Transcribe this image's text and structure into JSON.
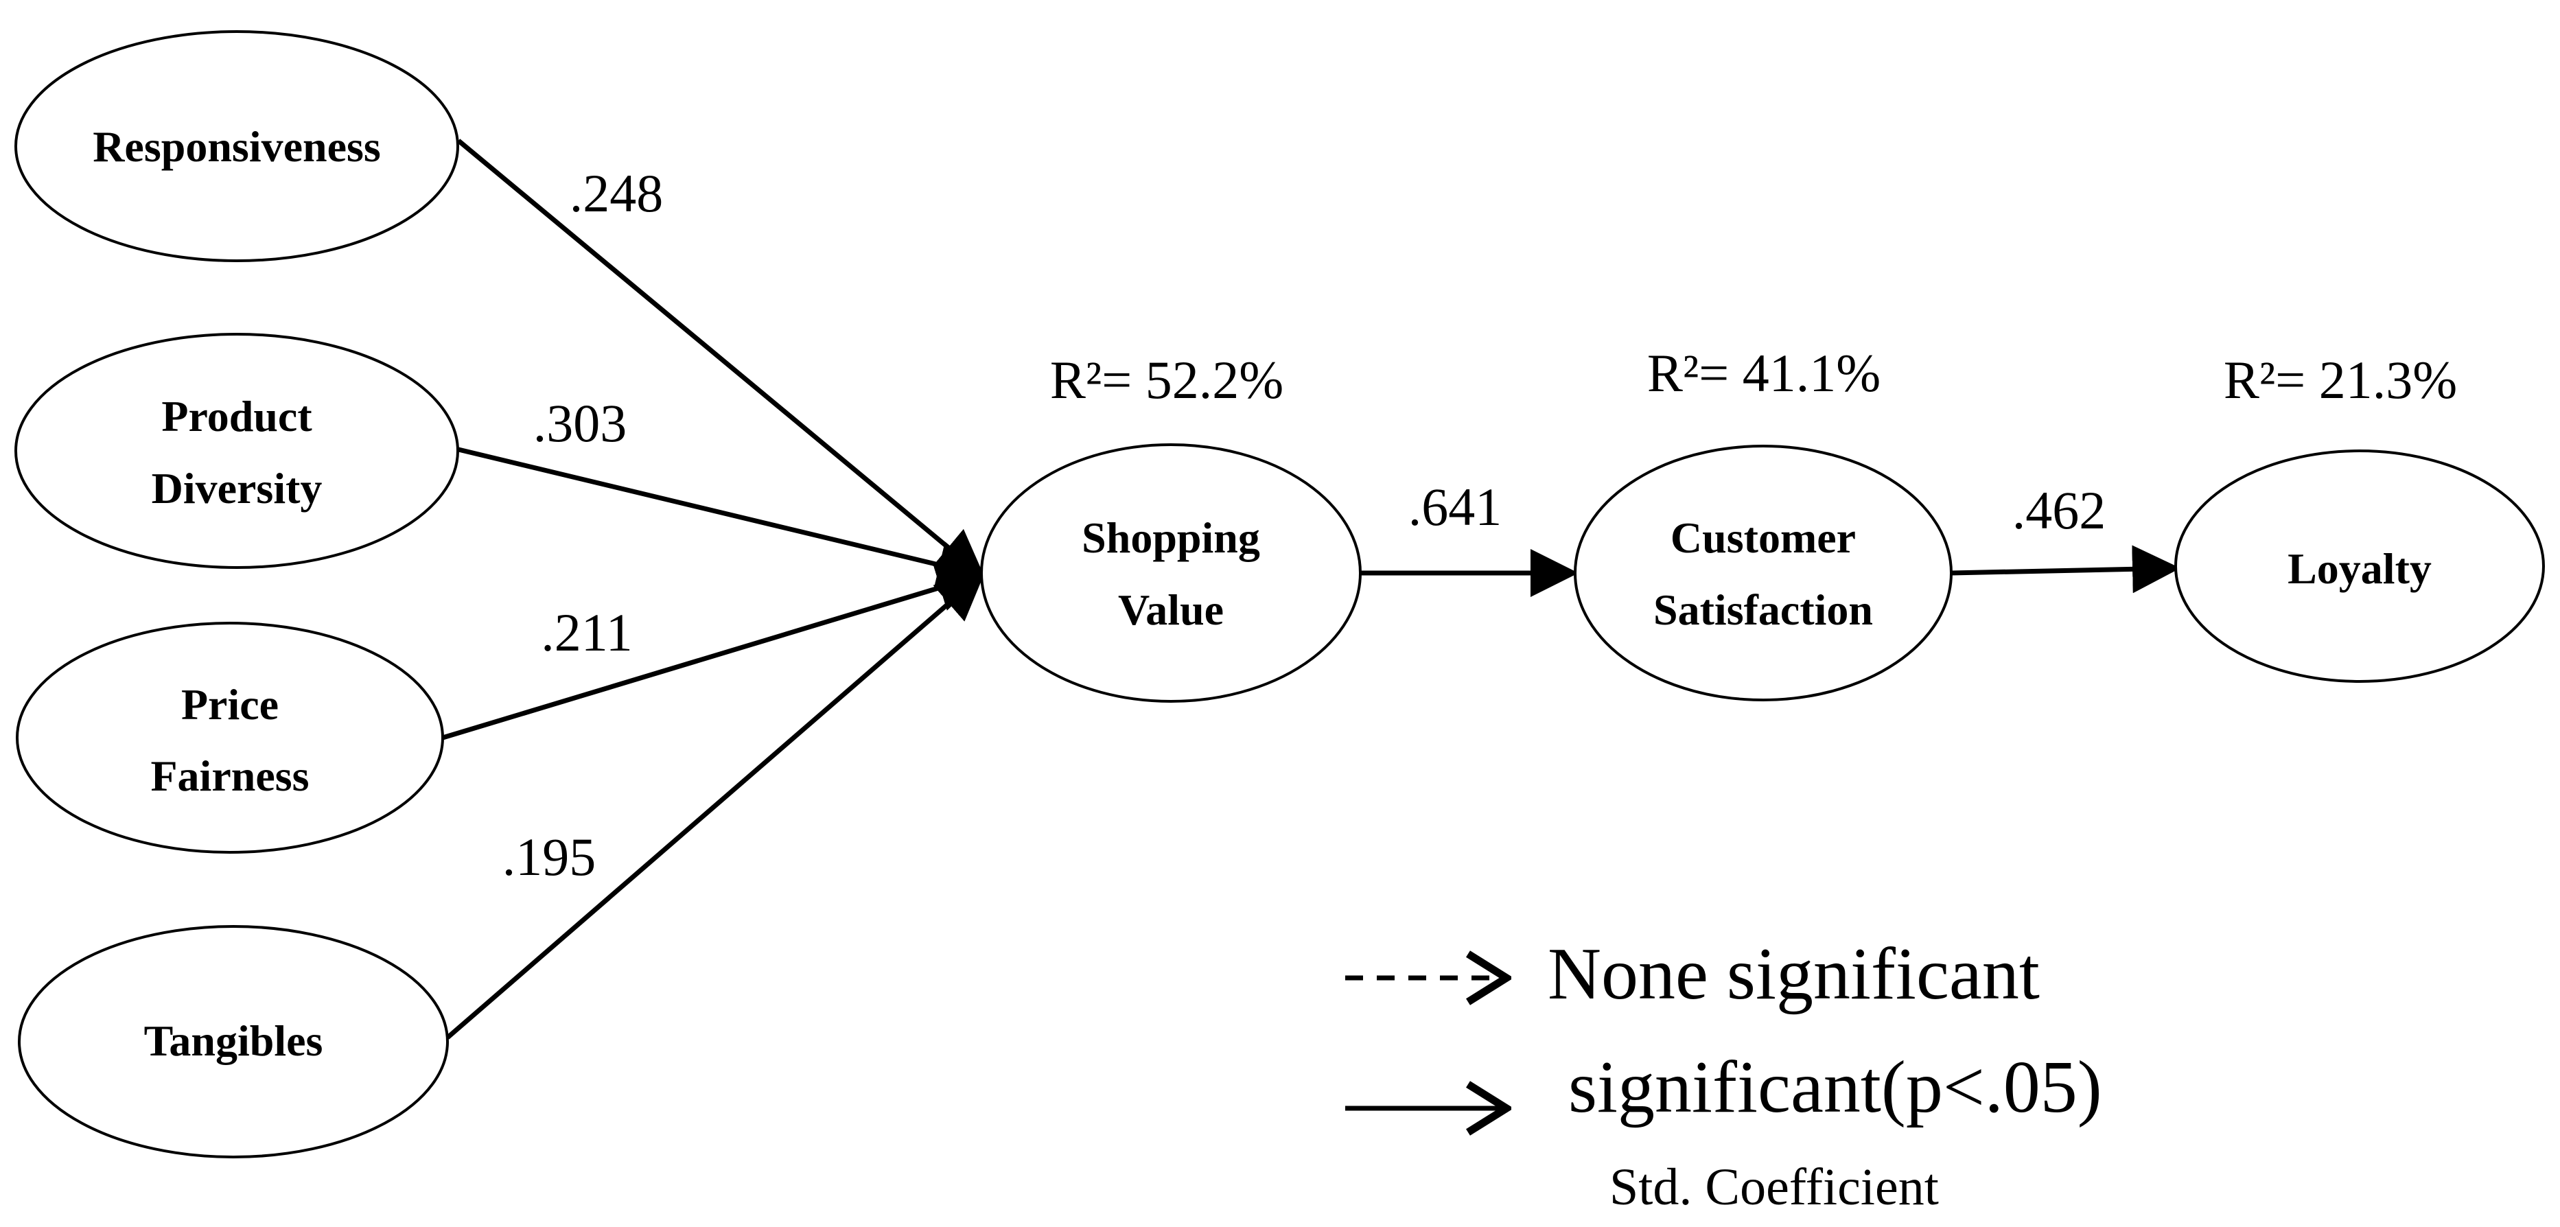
{
  "nodes": {
    "responsiveness": {
      "label": "Responsiveness"
    },
    "product_diversity": {
      "line1": "Product",
      "line2": "Diversity"
    },
    "price_fairness": {
      "line1": "Price",
      "line2": "Fairness"
    },
    "tangibles": {
      "label": "Tangibles"
    },
    "shopping_value": {
      "line1": "Shopping",
      "line2": "Value",
      "r2": "R²= 52.2%"
    },
    "customer_satisfaction": {
      "line1": "Customer",
      "line2": "Satisfaction",
      "r2": "R²= 41.1%"
    },
    "loyalty": {
      "label": "Loyalty",
      "r2": "R²= 21.3%"
    }
  },
  "paths": {
    "responsiveness_to_value": ".248",
    "diversity_to_value": ".303",
    "price_to_value": ".211",
    "tangibles_to_value": ".195",
    "value_to_satisfaction": ".641",
    "satisfaction_to_loyalty": ".462"
  },
  "legend": {
    "dashed_label": "None significant",
    "solid_label": "significant(p<.05)",
    "note": "Std. Coefficient"
  }
}
